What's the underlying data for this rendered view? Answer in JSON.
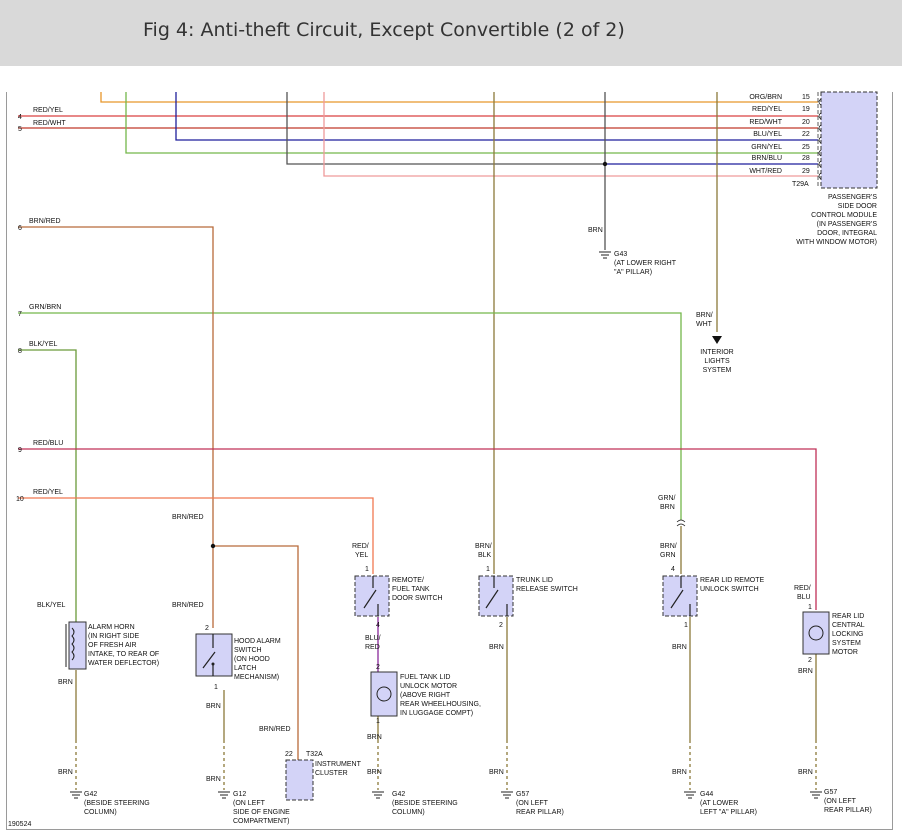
{
  "header": {
    "title": "Fig 4: Anti-theft Circuit, Except Convertible (2 of 2)"
  },
  "figure_id": "190524",
  "colors": {
    "orange": "#e8962a",
    "red": "#d94040",
    "blue": "#1f1f9c",
    "green": "#74b74a",
    "brown": "#9b6a36",
    "gray": "#555555",
    "pink": "#ef9a9a",
    "purple": "#8a2a9a",
    "redblue": "#c03058",
    "olive": "#8c7a3a",
    "component": "#d3d3f7"
  },
  "left_pins": [
    {
      "num": "4",
      "wire": "RED/YEL"
    },
    {
      "num": "5",
      "wire": "RED/WHT"
    },
    {
      "num": "6",
      "wire": "BRN/RED"
    },
    {
      "num": "7",
      "wire": "GRN/BRN"
    },
    {
      "num": "8",
      "wire": "BLK/YEL"
    },
    {
      "num": "9",
      "wire": "RED/BLU"
    },
    {
      "num": "10",
      "wire": "RED/YEL"
    }
  ],
  "module": {
    "connector": "T29A",
    "label": [
      "PASSENGER'S",
      "SIDE DOOR",
      "CONTROL MODULE",
      "(IN PASSENGER'S",
      "DOOR, INTEGRAL",
      "WITH WINDOW MOTOR)"
    ],
    "pins": [
      {
        "num": "15",
        "wire": "ORG/BRN"
      },
      {
        "num": "19",
        "wire": "RED/YEL"
      },
      {
        "num": "20",
        "wire": "RED/WHT"
      },
      {
        "num": "22",
        "wire": "BLU/YEL"
      },
      {
        "num": "25",
        "wire": "GRN/YEL"
      },
      {
        "num": "28",
        "wire": "BRN/BLU"
      },
      {
        "num": "29",
        "wire": "WHT/RED"
      }
    ]
  },
  "g43": {
    "wire": "BRN",
    "name": "G43",
    "loc": [
      "(AT LOWER RIGHT",
      "\"A\" PILLAR)"
    ]
  },
  "interior": {
    "wire": [
      "BRN/",
      "WHT"
    ],
    "label": [
      "INTERIOR",
      "LIGHTS",
      "SYSTEM"
    ]
  },
  "wire_labels": {
    "brn_red_split": "BRN/RED",
    "brn_red_hood": "BRN/RED",
    "brn_red_cluster": "BRN/RED",
    "blk_yel_horn": "BLK/YEL",
    "red_yel_fuel": [
      "RED/",
      "YEL"
    ],
    "blu_red": [
      "BLU/",
      "RED"
    ],
    "brn_blk": [
      "BRN/",
      "BLK"
    ],
    "grn_brn": [
      "GRN/",
      "BRN"
    ],
    "brn_grn": [
      "BRN/",
      "GRN"
    ],
    "red_blu_lock": [
      "RED/",
      "BLU"
    ],
    "brn": "BRN"
  },
  "components": {
    "alarm_horn": [
      "ALARM HORN",
      "(IN RIGHT SIDE",
      "OF FRESH AIR",
      "INTAKE, TO REAR OF",
      "WATER DEFLECTOR)"
    ],
    "hood_switch": [
      "HOOD ALARM",
      "SWITCH",
      "(ON HOOD",
      "LATCH",
      "MECHANISM)"
    ],
    "fuel_switch": [
      "REMOTE/",
      "FUEL TANK",
      "DOOR SWITCH"
    ],
    "fuel_motor": [
      "FUEL TANK LID",
      "UNLOCK MOTOR",
      "(ABOVE RIGHT",
      "REAR WHEELHOUSING,",
      "IN LUGGAGE COMPT)"
    ],
    "trunk_switch": [
      "TRUNK LID",
      "RELEASE SWITCH"
    ],
    "rear_lid_switch": [
      "REAR LID REMOTE",
      "UNLOCK SWITCH"
    ],
    "rear_lock_motor": [
      "REAR LID",
      "CENTRAL",
      "LOCKING",
      "SYSTEM",
      "MOTOR"
    ],
    "instrument_cluster": [
      "INSTRUMENT",
      "CLUSTER"
    ],
    "cluster_connector": "T32A",
    "cluster_pin": "22"
  },
  "pin_numbers": {
    "p1": "1",
    "p2": "2",
    "p4": "4"
  },
  "grounds": [
    {
      "name": "G42",
      "loc": [
        "(BESIDE STEERING",
        "COLUMN)"
      ]
    },
    {
      "name": "G12",
      "loc": [
        "(ON LEFT",
        "SIDE OF ENGINE",
        "COMPARTMENT)"
      ]
    },
    {
      "name": "G42",
      "loc": [
        "(BESIDE STEERING",
        "COLUMN)"
      ]
    },
    {
      "name": "G57",
      "loc": [
        "(ON LEFT",
        "REAR PILLAR)"
      ]
    },
    {
      "name": "G44",
      "loc": [
        "(AT LOWER",
        "LEFT \"A\" PILLAR)"
      ]
    },
    {
      "name": "G57",
      "loc": [
        "(ON LEFT",
        "REAR PILLAR)"
      ]
    }
  ]
}
